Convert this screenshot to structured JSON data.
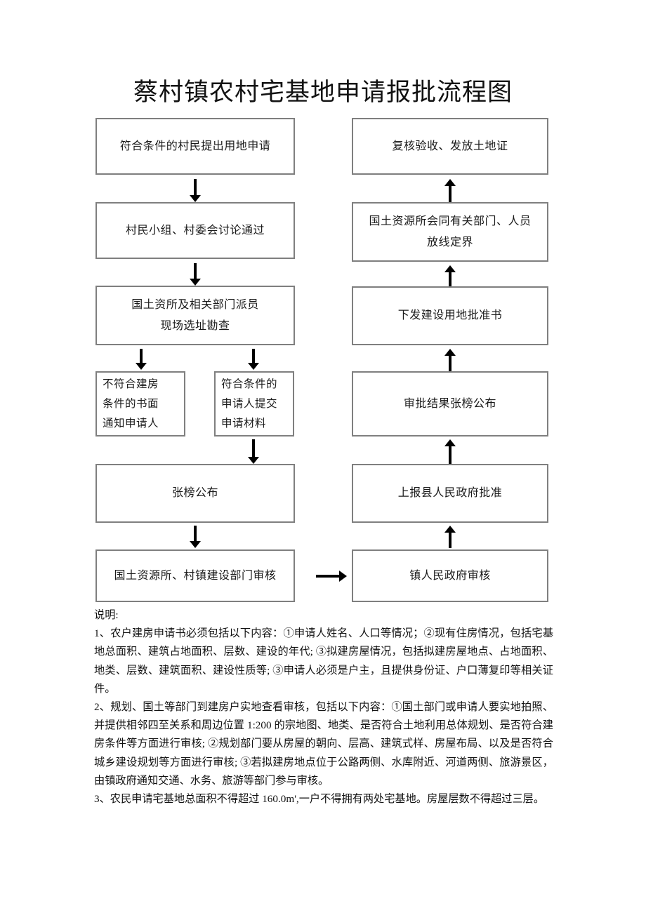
{
  "document": {
    "title": "蔡村镇农村宅基地申请报批流程图"
  },
  "flow": {
    "left_column": [
      {
        "id": "apply",
        "lines": [
          "符合条件的村民提出用地申请"
        ]
      },
      {
        "id": "village-discuss",
        "lines": [
          "村民小组、村委会讨论通过"
        ]
      },
      {
        "id": "site-survey",
        "lines": [
          "国土资所及相关部门派员",
          "现场选址勘查"
        ]
      },
      {
        "id": "reject-notice",
        "lines": [
          "不符合建房",
          "条件的书面",
          "通知申请人"
        ]
      },
      {
        "id": "submit-materials",
        "lines": [
          "符合条件的",
          "申请人提交",
          "申请材料"
        ]
      },
      {
        "id": "public-notice",
        "lines": [
          "张榜公布"
        ]
      },
      {
        "id": "dept-review",
        "lines": [
          "国土资源所、村镇建设部门审核"
        ]
      }
    ],
    "right_column": [
      {
        "id": "recheck-issue-cert",
        "lines": [
          "复核验收、发放土地证"
        ]
      },
      {
        "id": "boundary-marking",
        "lines": [
          "国土资源所会同有关部门、人员",
          "放线定界"
        ]
      },
      {
        "id": "approval-doc",
        "lines": [
          "下发建设用地批准书"
        ]
      },
      {
        "id": "result-public-notice",
        "lines": [
          "审批结果张榜公布"
        ]
      },
      {
        "id": "county-gov-approval",
        "lines": [
          "上报县人民政府批准"
        ]
      },
      {
        "id": "town-gov-review",
        "lines": [
          "镇人民政府审核"
        ]
      }
    ]
  },
  "notes": {
    "heading": "说明:",
    "items": [
      "1、农户建房申请书必须包括以下内容：①申请人姓名、人口等情况；②现有住房情况，包括宅基地总面积、建筑占地面积、层数、建设的年代; ③拟建房屋情况，包括拟建房屋地点、占地面积、地类、层数、建筑面积、建设性质等; ③申请人必须是户主，且提供身份证、户口薄复印等相关证件。",
      "2、规划、国土等部门到建房户实地查看审核，包括以下内容：①国土部门或申请人要实地拍照、并提供相邻四至关系和周边位置 1:200 的宗地图、地类、是否符合土地利用总体规划、是否符合建房条件等方面进行审核; ②规划部门要从房屋的朝向、层高、建筑式样、房屋布局、以及是否符合城乡建设规划等方面进行审核; ③若拟建房地点位于公路两侧、水库附近、河道两侧、旅游景区，由镇政府通知交通、水务、旅游等部门参与审核。",
      "3、农民申请宅基地总面积不得超过 160.0m',一户不得拥有两处宅基地。房屋层数不得超过三层。"
    ]
  },
  "colors": {
    "box_border": "#7f7f7f",
    "text": "#111111",
    "arrow": "#000000",
    "background": "#ffffff"
  }
}
